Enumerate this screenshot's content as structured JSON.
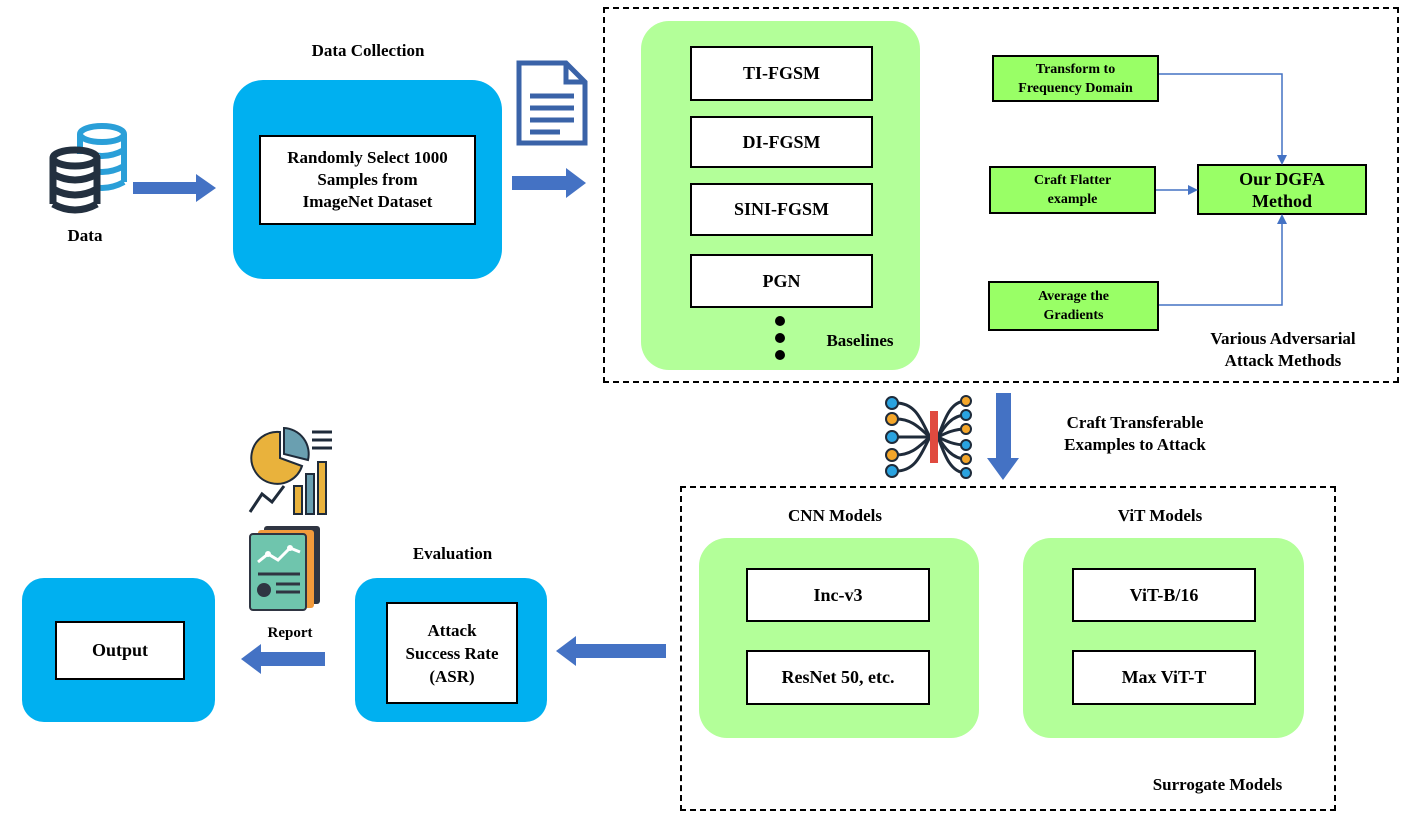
{
  "data_icon_label": "Data",
  "data_collection": {
    "title": "Data Collection",
    "box_text": "Randomly Select 1000\nSamples from\nImageNet Dataset"
  },
  "baselines": {
    "label": "Baselines",
    "items": [
      "TI-FGSM",
      "DI-FGSM",
      "SINI-FGSM",
      "PGN"
    ]
  },
  "method": {
    "inputs": [
      "Transform to\nFrequency Domain",
      "Craft Flatter\nexample",
      "Average the\nGradients"
    ],
    "output": "Our DGFA\nMethod",
    "group_label": "Various Adversarial\nAttack Methods"
  },
  "transfer_label": "Craft Transferable\nExamples to Attack",
  "surrogate": {
    "label": "Surrogate Models",
    "cnn": {
      "title": "CNN Models",
      "items": [
        "Inc-v3",
        "ResNet 50, etc."
      ]
    },
    "vit": {
      "title": "ViT Models",
      "items": [
        "ViT-B/16",
        "Max ViT-T"
      ]
    }
  },
  "evaluation": {
    "title": "Evaluation",
    "box_text": "Attack\nSuccess Rate\n(ASR)"
  },
  "report_label": "Report",
  "output_label": "Output",
  "colors": {
    "blue_panel": "#00b0f0",
    "green_panel": "#b3ff99",
    "green_box": "#99ff66",
    "arrow": "#4472c4",
    "connector": "#4472c4"
  }
}
